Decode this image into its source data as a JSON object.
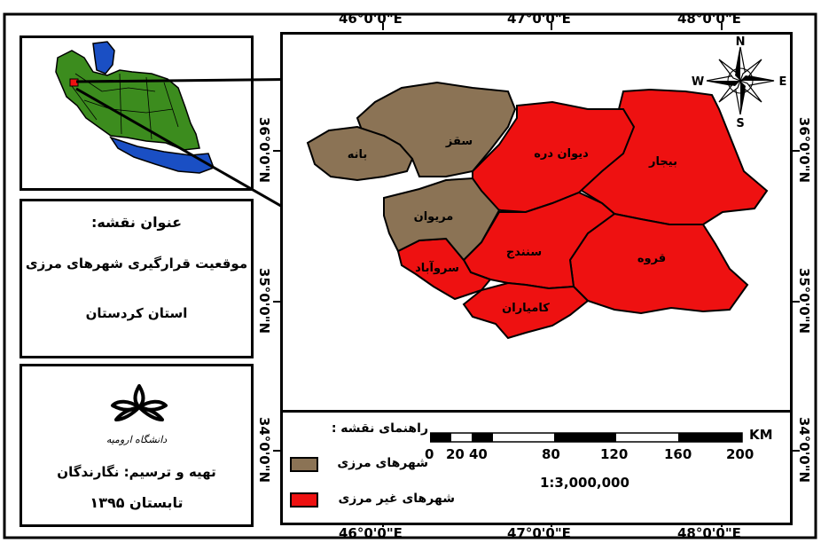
{
  "coords": {
    "top": [
      "46°0'0\"E",
      "47°0'0\"E",
      "48°0'0\"E"
    ],
    "bottom": [
      "46°0'0\"E",
      "47°0'0\"E",
      "48°0'0\"E"
    ],
    "left": [
      "36°0'0\"N",
      "35°0'0\"N",
      "34°0'0\"N"
    ],
    "right": [
      "36°0'0\"N",
      "35°0'0\"N",
      "34°0'0\"N"
    ]
  },
  "title_box": {
    "heading": "عنوان نقشه:",
    "line1": "موقعیت قرارگیری شهرهای مرزی",
    "line2": "استان کردستان"
  },
  "credit_box": {
    "logo_text": "دانشگاه ارومیه",
    "author": "تهیه و ترسیم: نگارندگان",
    "date": "تابستان ۱۳۹۵"
  },
  "counties": [
    {
      "name": "سقز",
      "type": "border"
    },
    {
      "name": "بانه",
      "type": "border"
    },
    {
      "name": "مریوان",
      "type": "border"
    },
    {
      "name": "دیوان دره",
      "type": "non-border"
    },
    {
      "name": "بیجار",
      "type": "non-border"
    },
    {
      "name": "سنندج",
      "type": "non-border"
    },
    {
      "name": "قروه",
      "type": "non-border"
    },
    {
      "name": "سروآباد",
      "type": "non-border"
    },
    {
      "name": "کامیاران",
      "type": "non-border"
    }
  ],
  "compass": {
    "n": "N",
    "s": "S",
    "e": "E",
    "w": "W"
  },
  "legend": {
    "title": "راهنمای نقشه :",
    "items": [
      {
        "label": "شهرهای مرزی",
        "color": "#8b7355"
      },
      {
        "label": "شهرهای غیر مرزی",
        "color": "#ee1111"
      }
    ]
  },
  "scale": {
    "unit": "KM",
    "ticks": [
      "0",
      "20",
      "40",
      "80",
      "120",
      "160",
      "200"
    ],
    "ratio": "1:3,000,000"
  },
  "colors": {
    "border_city": "#8b7355",
    "non_border_city": "#ee1111",
    "iran": "#3c8c1e",
    "water": "#1a4fc4"
  }
}
